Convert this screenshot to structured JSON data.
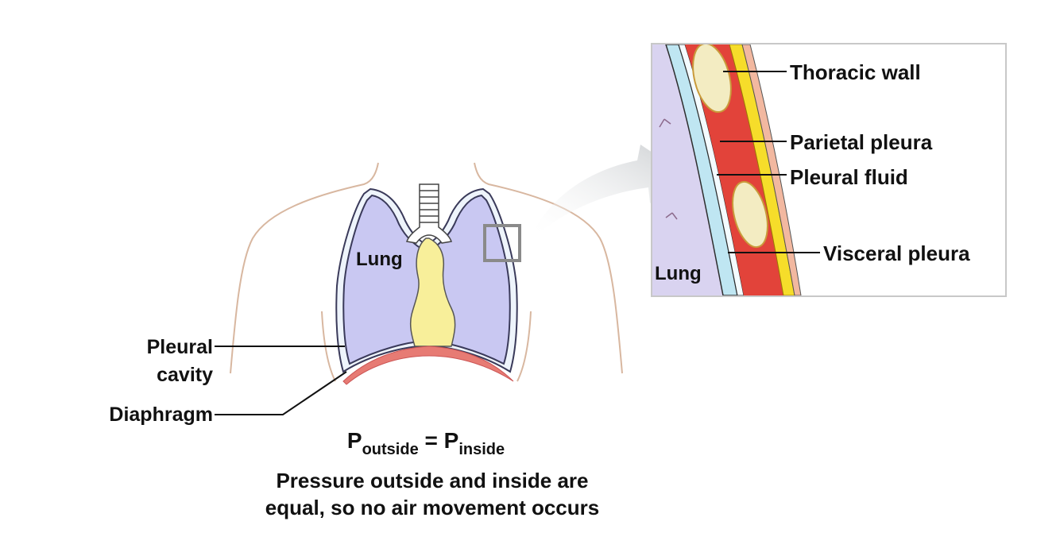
{
  "labels": {
    "lung_left": "Lung",
    "lung_inset": "Lung",
    "pleural_cavity_line1": "Pleural",
    "pleural_cavity_line2": "cavity",
    "diaphragm": "Diaphragm",
    "thoracic_wall": "Thoracic wall",
    "parietal_pleura": "Parietal pleura",
    "pleural_fluid": "Pleural fluid",
    "visceral_pleura": "Visceral pleura"
  },
  "equation": {
    "p1": "P",
    "sub1": "outside",
    "equals": " = ",
    "p2": "P",
    "sub2": "inside"
  },
  "caption": {
    "line1": "Pressure outside and inside are",
    "line2": "equal, so no air movement occurs"
  },
  "colors": {
    "lung": "#c9c8f2",
    "lung_outline": "#3a3a5a",
    "pleura_space": "#eef4fb",
    "mediastinum": "#f8ef9a",
    "diaphragm": "#e77b74",
    "body_outline": "#d8b7a0",
    "tissue_inset": "#d9d3f0",
    "muscle": "#e2433a",
    "fat": "#f6dd2a",
    "rib": "#f3ecc2",
    "fluid": "#bfe6f2"
  }
}
